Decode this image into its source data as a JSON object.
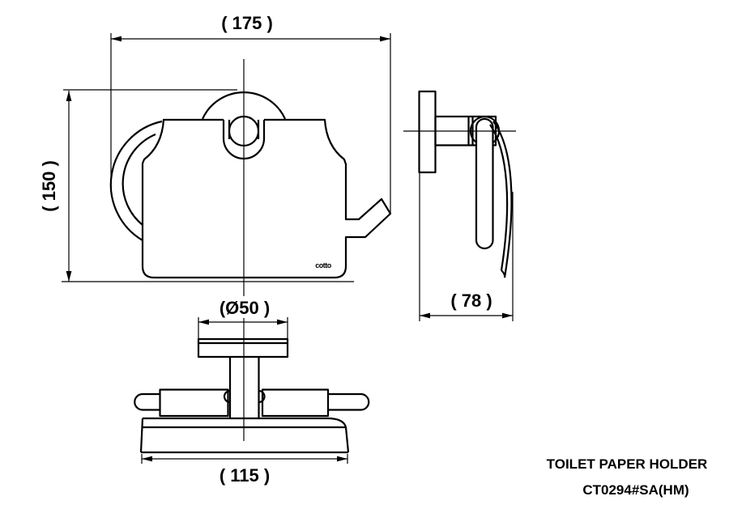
{
  "drawing": {
    "product_name": "TOILET PAPER HOLDER",
    "product_code": "CT0294#SA(HM)",
    "brand_logo": "cotto",
    "colors": {
      "line": "#000000",
      "background": "#ffffff"
    },
    "dims": {
      "width": "( 175 )",
      "height": "( 150 )",
      "flange_diameter": "(Ø50 )",
      "base_width": "( 115 )",
      "depth": "( 78 )"
    }
  }
}
